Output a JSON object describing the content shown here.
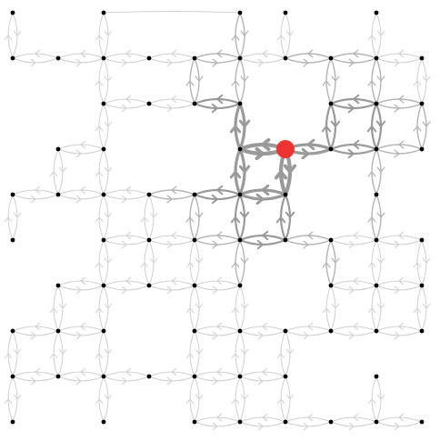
{
  "grid": {
    "columns": 10,
    "rows": 10,
    "nodes": [
      [
        0,
        0
      ],
      [
        2,
        0
      ],
      [
        5,
        0
      ],
      [
        6,
        0
      ],
      [
        8,
        0
      ],
      [
        0,
        1
      ],
      [
        1,
        1
      ],
      [
        2,
        1
      ],
      [
        3,
        1
      ],
      [
        4,
        1
      ],
      [
        5,
        1
      ],
      [
        6,
        1
      ],
      [
        7,
        1
      ],
      [
        8,
        1
      ],
      [
        9,
        1
      ],
      [
        2,
        2
      ],
      [
        3,
        2
      ],
      [
        4,
        2
      ],
      [
        5,
        2
      ],
      [
        7,
        2
      ],
      [
        8,
        2
      ],
      [
        9,
        2
      ],
      [
        1,
        3
      ],
      [
        2,
        3
      ],
      [
        5,
        3
      ],
      [
        6,
        3
      ],
      [
        7,
        3
      ],
      [
        8,
        3
      ],
      [
        9,
        3
      ],
      [
        0,
        4
      ],
      [
        1,
        4
      ],
      [
        2,
        4
      ],
      [
        3,
        4
      ],
      [
        4,
        4
      ],
      [
        5,
        4
      ],
      [
        6,
        4
      ],
      [
        8,
        4
      ],
      [
        0,
        5
      ],
      [
        2,
        5
      ],
      [
        3,
        5
      ],
      [
        4,
        5
      ],
      [
        5,
        5
      ],
      [
        6,
        5
      ],
      [
        7,
        5
      ],
      [
        8,
        5
      ],
      [
        9,
        5
      ],
      [
        1,
        6
      ],
      [
        2,
        6
      ],
      [
        3,
        6
      ],
      [
        4,
        6
      ],
      [
        5,
        6
      ],
      [
        7,
        6
      ],
      [
        8,
        6
      ],
      [
        9,
        6
      ],
      [
        0,
        7
      ],
      [
        1,
        7
      ],
      [
        2,
        7
      ],
      [
        4,
        7
      ],
      [
        5,
        7
      ],
      [
        6,
        7
      ],
      [
        7,
        7
      ],
      [
        8,
        7
      ],
      [
        9,
        7
      ],
      [
        0,
        8
      ],
      [
        1,
        8
      ],
      [
        2,
        8
      ],
      [
        3,
        8
      ],
      [
        4,
        8
      ],
      [
        5,
        8
      ],
      [
        6,
        8
      ],
      [
        8,
        8
      ],
      [
        0,
        9
      ],
      [
        2,
        9
      ],
      [
        4,
        9
      ],
      [
        5,
        9
      ],
      [
        6,
        9
      ],
      [
        7,
        9
      ],
      [
        8,
        9
      ],
      [
        9,
        9
      ]
    ],
    "edges": [
      [
        0,
        0,
        0,
        1,
        0
      ],
      [
        2,
        0,
        2,
        1,
        0
      ],
      [
        5,
        0,
        5,
        1,
        1
      ],
      [
        6,
        0,
        6,
        1,
        0
      ],
      [
        8,
        0,
        8,
        1,
        0
      ],
      [
        2,
        0,
        5,
        0,
        -1
      ],
      [
        0,
        1,
        1,
        1,
        0
      ],
      [
        1,
        1,
        2,
        1,
        0
      ],
      [
        2,
        1,
        3,
        1,
        0
      ],
      [
        3,
        1,
        4,
        1,
        0
      ],
      [
        4,
        1,
        5,
        1,
        1
      ],
      [
        5,
        1,
        6,
        1,
        0
      ],
      [
        6,
        1,
        7,
        1,
        1
      ],
      [
        7,
        1,
        8,
        1,
        1
      ],
      [
        8,
        1,
        9,
        1,
        0
      ],
      [
        2,
        1,
        2,
        2,
        0
      ],
      [
        4,
        1,
        4,
        2,
        1
      ],
      [
        5,
        1,
        5,
        2,
        1
      ],
      [
        7,
        1,
        7,
        2,
        1
      ],
      [
        8,
        1,
        8,
        2,
        1
      ],
      [
        9,
        1,
        9,
        2,
        0
      ],
      [
        2,
        2,
        3,
        2,
        0
      ],
      [
        3,
        2,
        4,
        2,
        0
      ],
      [
        4,
        2,
        5,
        2,
        2
      ],
      [
        7,
        2,
        8,
        2,
        2
      ],
      [
        8,
        2,
        9,
        2,
        1
      ],
      [
        2,
        2,
        2,
        3,
        0
      ],
      [
        5,
        2,
        5,
        3,
        3
      ],
      [
        7,
        2,
        7,
        3,
        2
      ],
      [
        8,
        2,
        8,
        3,
        2
      ],
      [
        9,
        2,
        9,
        3,
        1
      ],
      [
        1,
        3,
        2,
        3,
        0
      ],
      [
        5,
        3,
        6,
        3,
        4
      ],
      [
        6,
        3,
        7,
        3,
        3
      ],
      [
        7,
        3,
        8,
        3,
        2
      ],
      [
        8,
        3,
        9,
        3,
        1
      ],
      [
        1,
        3,
        1,
        4,
        0
      ],
      [
        2,
        3,
        2,
        4,
        0
      ],
      [
        5,
        3,
        5,
        4,
        3
      ],
      [
        6,
        3,
        6,
        4,
        4
      ],
      [
        8,
        3,
        8,
        4,
        1
      ],
      [
        0,
        4,
        1,
        4,
        0
      ],
      [
        1,
        4,
        2,
        4,
        0
      ],
      [
        2,
        4,
        3,
        4,
        0
      ],
      [
        3,
        4,
        4,
        4,
        1
      ],
      [
        4,
        4,
        5,
        4,
        2
      ],
      [
        5,
        4,
        6,
        4,
        3
      ],
      [
        0,
        4,
        0,
        5,
        0
      ],
      [
        2,
        4,
        2,
        5,
        0
      ],
      [
        3,
        4,
        3,
        5,
        0
      ],
      [
        4,
        4,
        4,
        5,
        1
      ],
      [
        5,
        4,
        5,
        5,
        2
      ],
      [
        6,
        4,
        6,
        5,
        2
      ],
      [
        8,
        4,
        8,
        5,
        1
      ],
      [
        2,
        5,
        3,
        5,
        0
      ],
      [
        3,
        5,
        4,
        5,
        0
      ],
      [
        4,
        5,
        5,
        5,
        1
      ],
      [
        5,
        5,
        6,
        5,
        2
      ],
      [
        6,
        5,
        7,
        5,
        1
      ],
      [
        7,
        5,
        8,
        5,
        0
      ],
      [
        8,
        5,
        9,
        5,
        0
      ],
      [
        2,
        5,
        2,
        6,
        0
      ],
      [
        3,
        5,
        3,
        6,
        0
      ],
      [
        4,
        5,
        4,
        6,
        0
      ],
      [
        5,
        5,
        5,
        6,
        1
      ],
      [
        7,
        5,
        7,
        6,
        1
      ],
      [
        8,
        5,
        8,
        6,
        0
      ],
      [
        9,
        5,
        9,
        6,
        0
      ],
      [
        1,
        6,
        2,
        6,
        0
      ],
      [
        2,
        6,
        3,
        6,
        0
      ],
      [
        3,
        6,
        4,
        6,
        0
      ],
      [
        4,
        6,
        5,
        6,
        0
      ],
      [
        7,
        6,
        8,
        6,
        0
      ],
      [
        8,
        6,
        9,
        6,
        0
      ],
      [
        1,
        6,
        1,
        7,
        0
      ],
      [
        2,
        6,
        2,
        7,
        0
      ],
      [
        4,
        6,
        4,
        7,
        0
      ],
      [
        5,
        6,
        5,
        7,
        0
      ],
      [
        7,
        6,
        7,
        7,
        0
      ],
      [
        8,
        6,
        8,
        7,
        0
      ],
      [
        9,
        6,
        9,
        7,
        0
      ],
      [
        0,
        7,
        1,
        7,
        0
      ],
      [
        1,
        7,
        2,
        7,
        0
      ],
      [
        4,
        7,
        5,
        7,
        0
      ],
      [
        5,
        7,
        6,
        7,
        0
      ],
      [
        6,
        7,
        7,
        7,
        0
      ],
      [
        7,
        7,
        8,
        7,
        0
      ],
      [
        8,
        7,
        9,
        7,
        0
      ],
      [
        0,
        7,
        0,
        8,
        0
      ],
      [
        1,
        7,
        1,
        8,
        0
      ],
      [
        2,
        7,
        2,
        8,
        0
      ],
      [
        4,
        7,
        4,
        8,
        0
      ],
      [
        5,
        7,
        5,
        8,
        0
      ],
      [
        6,
        7,
        6,
        8,
        0
      ],
      [
        0,
        8,
        1,
        8,
        0
      ],
      [
        1,
        8,
        2,
        8,
        0
      ],
      [
        2,
        8,
        3,
        8,
        0
      ],
      [
        3,
        8,
        4,
        8,
        0
      ],
      [
        4,
        8,
        5,
        8,
        0
      ],
      [
        5,
        8,
        6,
        8,
        0
      ],
      [
        0,
        8,
        0,
        9,
        0
      ],
      [
        2,
        8,
        2,
        9,
        0
      ],
      [
        4,
        8,
        4,
        9,
        0
      ],
      [
        5,
        8,
        5,
        9,
        0
      ],
      [
        6,
        8,
        6,
        9,
        0
      ],
      [
        8,
        8,
        8,
        9,
        0
      ],
      [
        4,
        9,
        5,
        9,
        0
      ],
      [
        5,
        9,
        6,
        9,
        0
      ],
      [
        6,
        9,
        7,
        9,
        0
      ],
      [
        7,
        9,
        8,
        9,
        0
      ],
      [
        8,
        9,
        9,
        9,
        0
      ]
    ],
    "highlight_node": [
      6,
      3
    ]
  },
  "colors": {
    "background": "#ffffff",
    "node": "#000000",
    "edge_faint": "#cfcfcf",
    "edge_mid": "#b4b4b4",
    "edge_strong": "#9a9a9a",
    "highlight": "#ee3333"
  }
}
